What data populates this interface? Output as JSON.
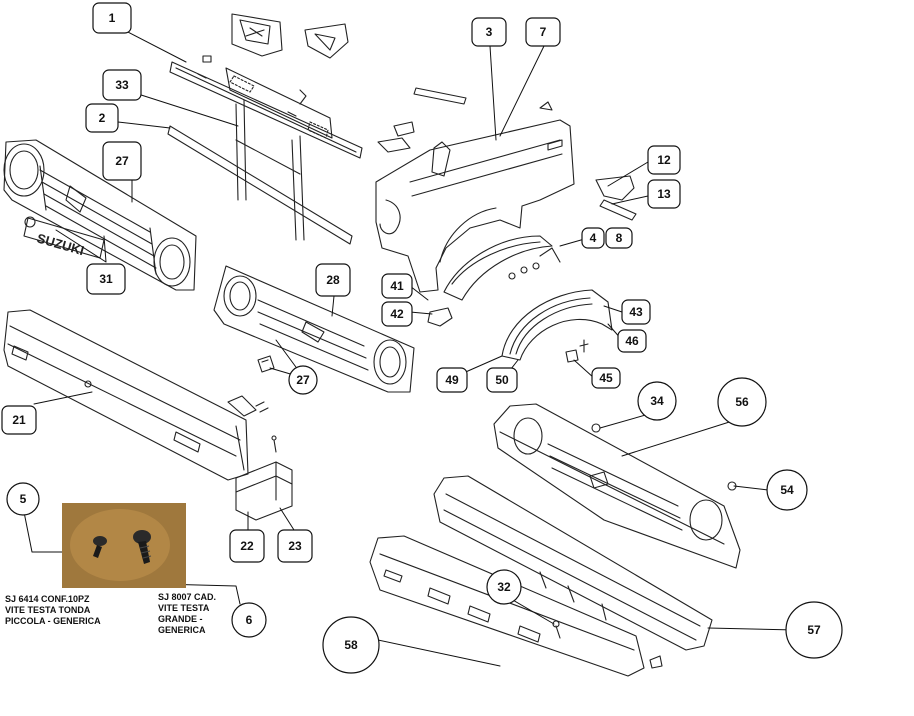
{
  "diagram": {
    "callouts": [
      {
        "label": "1"
      },
      {
        "label": "33"
      },
      {
        "label": "2"
      },
      {
        "label": "27"
      },
      {
        "label": "31"
      },
      {
        "label": "3"
      },
      {
        "label": "7"
      },
      {
        "label": "12"
      },
      {
        "label": "13"
      },
      {
        "label": "4"
      },
      {
        "label": "8"
      },
      {
        "label": "28"
      },
      {
        "label": "41"
      },
      {
        "label": "42"
      },
      {
        "label": "43"
      },
      {
        "label": "46"
      },
      {
        "label": "27"
      },
      {
        "label": "49"
      },
      {
        "label": "50"
      },
      {
        "label": "45"
      },
      {
        "label": "21"
      },
      {
        "label": "34"
      },
      {
        "label": "56"
      },
      {
        "label": "54"
      },
      {
        "label": "5"
      },
      {
        "label": "22"
      },
      {
        "label": "23"
      },
      {
        "label": "6"
      },
      {
        "label": "32"
      },
      {
        "label": "57"
      },
      {
        "label": "58"
      }
    ],
    "notes": {
      "left": "SJ 6414 CONF.10PZ\nVITE TESTA TONDA\nPICCOLA - GENERICA",
      "right": "SJ 8007  CAD.\nVITE TESTA\nGRANDE -\nGENERICA"
    },
    "emblem_text": "SUZUKI"
  }
}
